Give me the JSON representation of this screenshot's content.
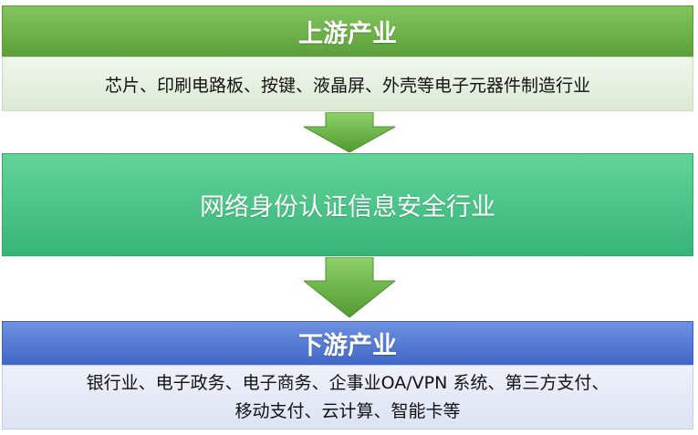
{
  "upstream": {
    "title": "上游产业",
    "description": "芯片、印刷电路板、按键、液晶屏、外壳等电子元器件制造行业"
  },
  "middle": {
    "title": "网络身份认证信息安全行业"
  },
  "downstream": {
    "title": "下游产业",
    "description_line1": "银行业、电子政务、电子商务、企事业OA/VPN 系统、第三方支付、",
    "description_line2": "移动支付、云计算、智能卡等"
  },
  "colors": {
    "upstream_green": "#6aae45",
    "middle_teal": "#44c083",
    "downstream_blue": "#5478d4",
    "arrow_green": "#5fae3e"
  },
  "icons": [
    "down-arrow-icon",
    "down-arrow-icon"
  ]
}
